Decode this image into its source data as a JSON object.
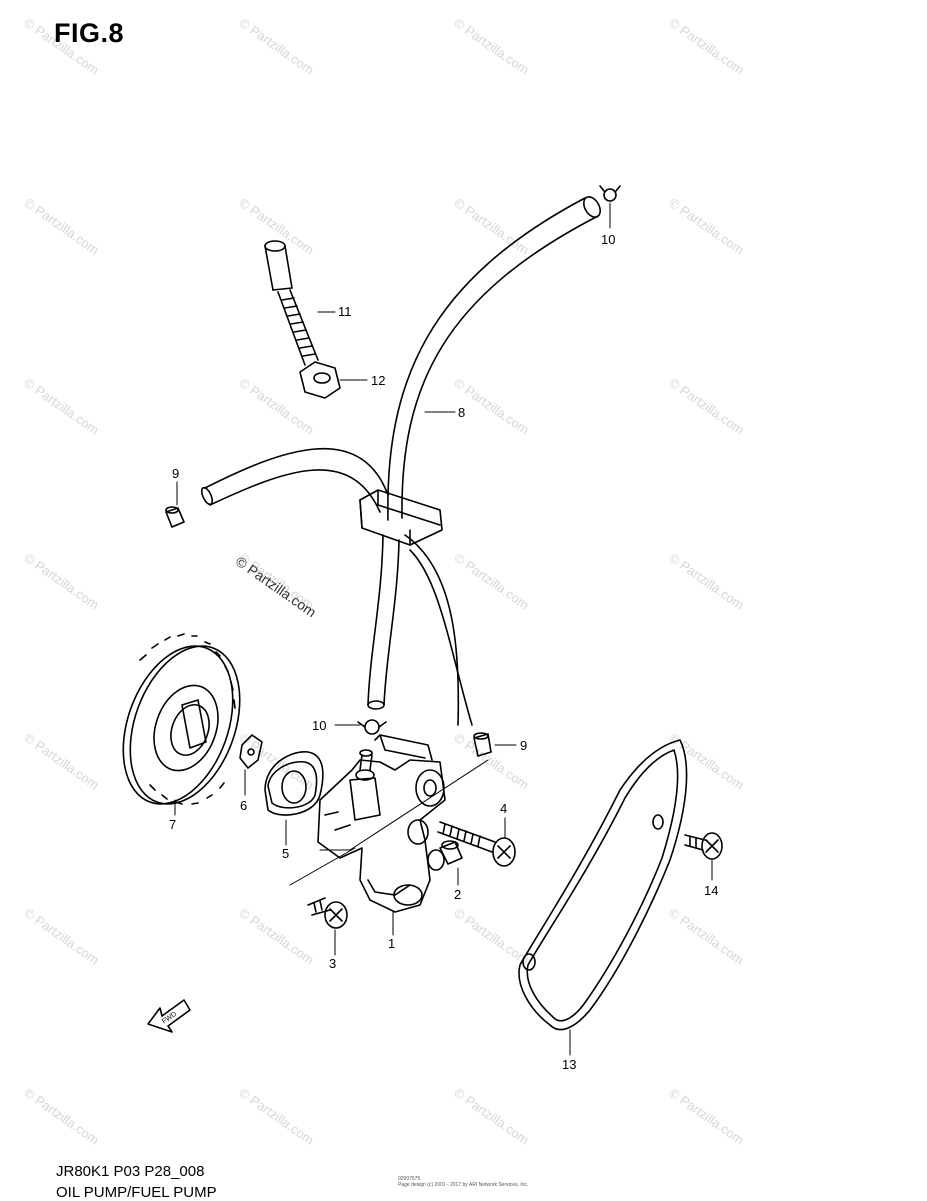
{
  "figure": {
    "title": "FIG.8",
    "code": "JR80K1 P03 P28_008",
    "caption": "OIL PUMP/FUEL PUMP",
    "fine_print_1": "02007575",
    "fine_print_2": "Page design (c) 2001 - 2017 by ARI Network Services, Inc.",
    "watermark_main": "© Partzilla.com",
    "watermark_tile": "© Partzilla.com",
    "direction_label": "FWD"
  },
  "callouts": [
    {
      "id": "1",
      "label": "1"
    },
    {
      "id": "2",
      "label": "2"
    },
    {
      "id": "3",
      "label": "3"
    },
    {
      "id": "4",
      "label": "4"
    },
    {
      "id": "5",
      "label": "5"
    },
    {
      "id": "6",
      "label": "6"
    },
    {
      "id": "7",
      "label": "7"
    },
    {
      "id": "8",
      "label": "8"
    },
    {
      "id": "9a",
      "label": "9"
    },
    {
      "id": "9b",
      "label": "9"
    },
    {
      "id": "10a",
      "label": "10"
    },
    {
      "id": "10b",
      "label": "10"
    },
    {
      "id": "11",
      "label": "11"
    },
    {
      "id": "12",
      "label": "12"
    },
    {
      "id": "13",
      "label": "13"
    },
    {
      "id": "14",
      "label": "14"
    }
  ]
}
